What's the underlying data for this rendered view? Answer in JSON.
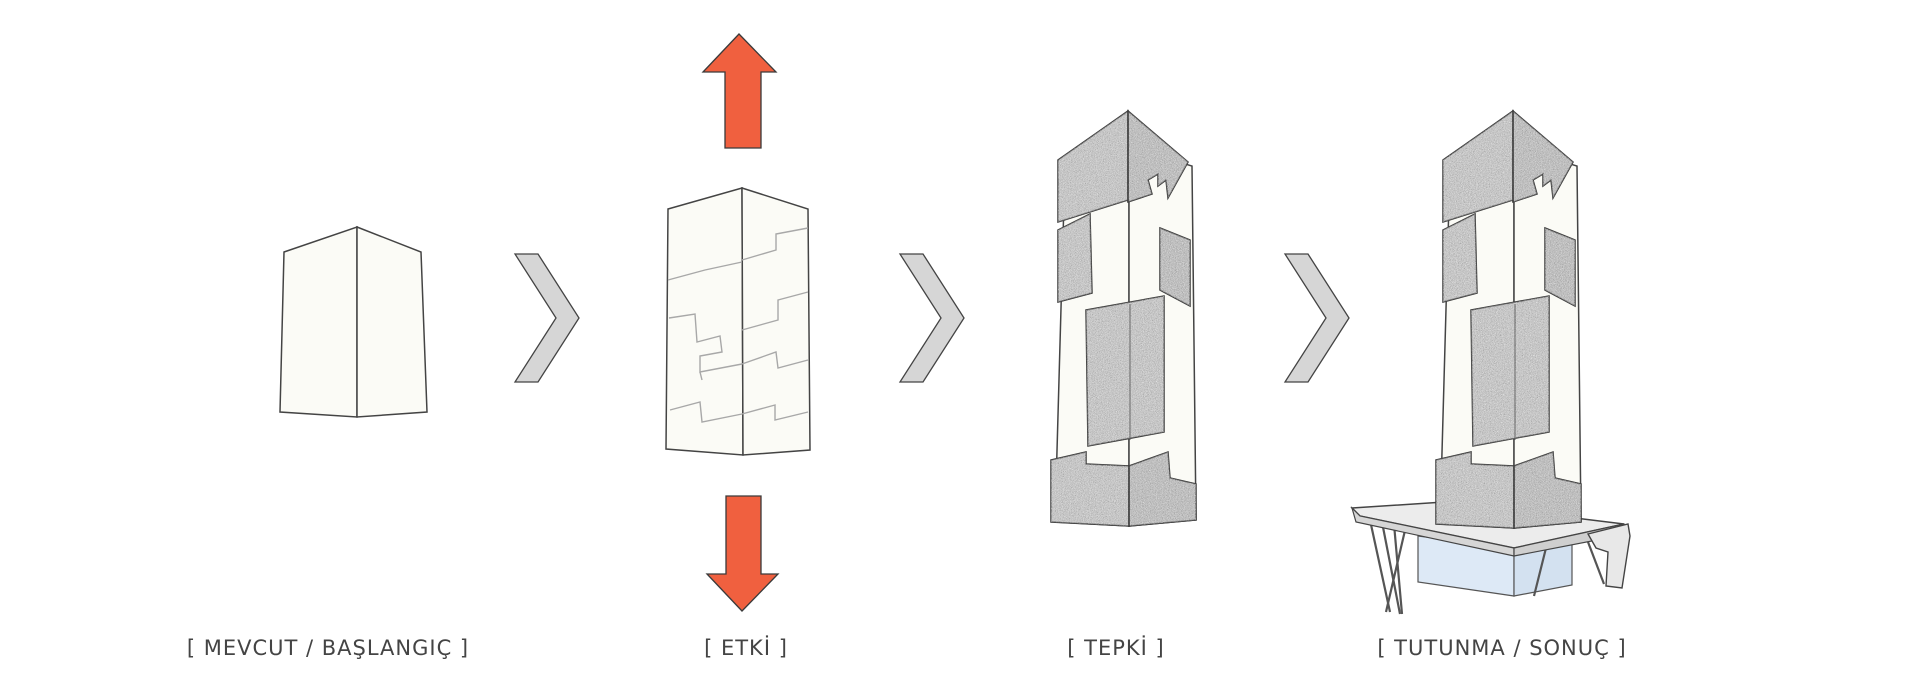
{
  "stages": [
    {
      "label": "[ MEVCUT / BAŞLANGIÇ ]",
      "icon": "plain-block-icon"
    },
    {
      "label": "[ ETKİ ]",
      "icon": "cracked-block-icon"
    },
    {
      "label": "[ TEPKİ ]",
      "icon": "clad-tower-icon"
    },
    {
      "label": "[ TUTUNMA  / SONUÇ ]",
      "icon": "tower-on-platform-icon"
    }
  ],
  "connectors": [
    "chevron-right-icon",
    "chevron-right-icon",
    "chevron-right-icon"
  ],
  "forces": [
    "arrow-up-icon",
    "arrow-down-icon"
  ],
  "colors": {
    "arrow": "#f0603f",
    "block": "#fbfbf6",
    "stone": "#bdbdbd",
    "chevron": "#d6d6d6",
    "glass": "#dde9f6",
    "caption": "#444444"
  }
}
